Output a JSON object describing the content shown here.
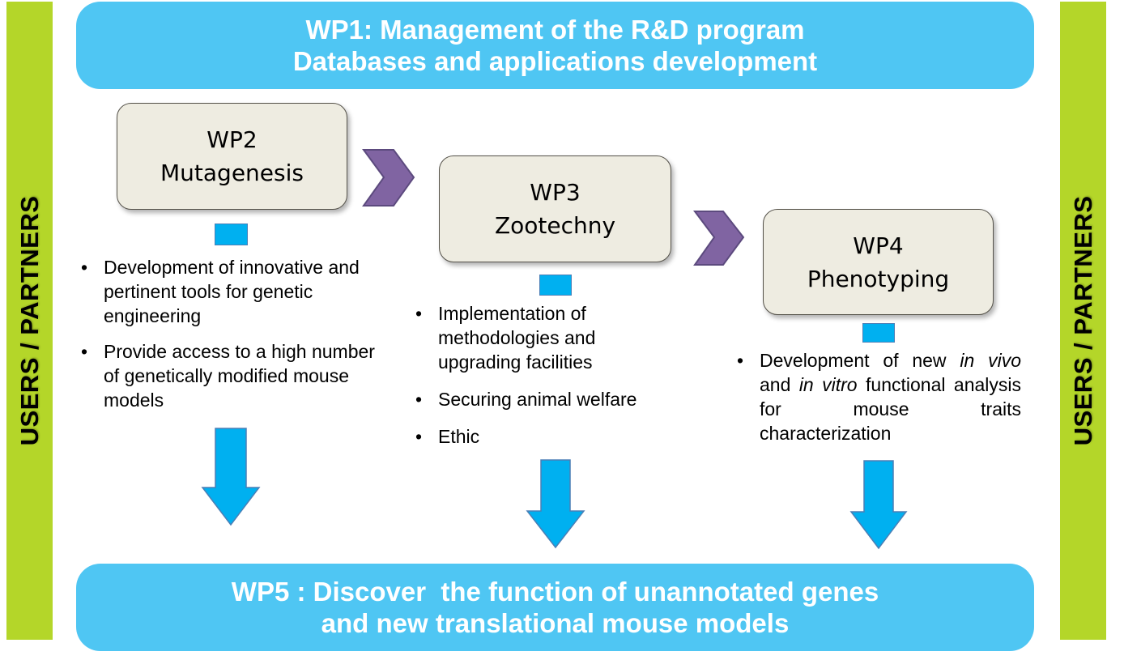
{
  "side_label_left": "USERS / PARTNERS",
  "side_label_right": "USERS / PARTNERS",
  "wp1": {
    "line1": "WP1: Management of the R&D program",
    "line2": "Databases and applications development"
  },
  "wp2": {
    "id": "WP2",
    "name": "Mutagenesis",
    "bullets": [
      "Development of innovative and pertinent tools for genetic engineering",
      "Provide access to a high number of genetically modified mouse models"
    ]
  },
  "wp3": {
    "id": "WP3",
    "name": "Zootechny",
    "bullets": [
      "Implementation of methodologies and upgrading facilities",
      "Securing animal welfare",
      "Ethic"
    ]
  },
  "wp4": {
    "id": "WP4",
    "name": "Phenotyping",
    "bullet_parts": [
      "Development of new ",
      "in vivo",
      " and ",
      "in vitro",
      " functional analysis for mouse traits characterization"
    ]
  },
  "wp5": {
    "line1": "WP5 : Discover  the function of unannotated genes",
    "line2": "and new translational mouse models"
  },
  "colors": {
    "side_bar": "#b4d629",
    "banner": "#4fc6f3",
    "box_fill": "#eeece1",
    "arrow": "#00b0f0",
    "chevron": "#8064a2"
  }
}
